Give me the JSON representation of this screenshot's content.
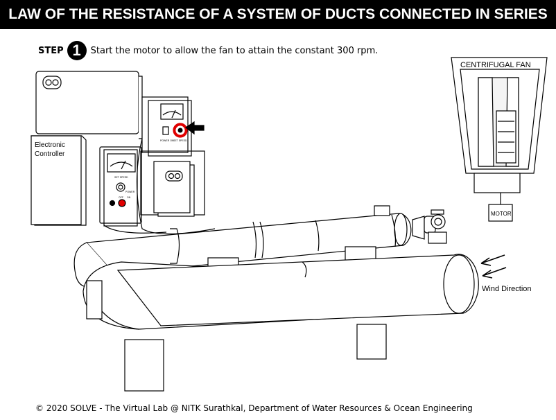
{
  "title": "LAW OF THE RESISTANCE OF A SYSTEM OF DUCTS CONNECTED IN SERIES",
  "step": {
    "label": "STEP",
    "number": "1",
    "instruction": "Start the motor to allow the fan to attain the constant 300 rpm."
  },
  "controller": {
    "label_line1": "Electronic",
    "label_line2": "Controller",
    "set_speed_label": "SET SPEED",
    "power_label": "POWER",
    "off_label": "OFF",
    "on_label": "ON",
    "power_on_label": "POWER ON"
  },
  "fan": {
    "label": "CENTRIFUGAL FAN",
    "motor_label": "MOTOR"
  },
  "wind_direction_label": "Wind Direction",
  "footer": "© 2020 SOLVE - The Virtual Lab @ NITK Surathkal, Department of Water Resources & Ocean Engineering",
  "colors": {
    "title_bg": "#000000",
    "title_fg": "#ffffff",
    "highlight": "#e00000"
  }
}
